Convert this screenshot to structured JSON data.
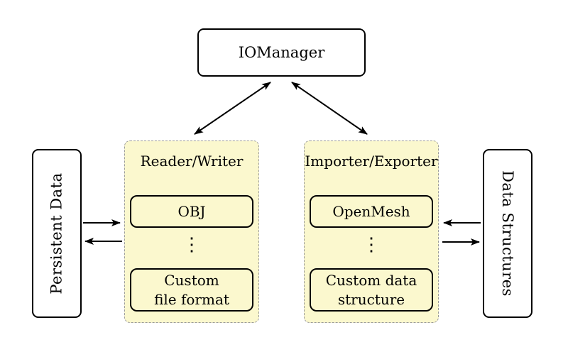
{
  "nodes": {
    "iomanager": "IOManager",
    "reader_writer_title": "Reader/Writer",
    "obj": "OBJ",
    "custom_file_line1": "Custom",
    "custom_file_line2": "file format",
    "importer_exporter_title": "Importer/Exporter",
    "openmesh": "OpenMesh",
    "custom_data_line1": "Custom data",
    "custom_data_line2": "structure",
    "persistent_data": "Persistent Data",
    "data_structures": "Data Structures",
    "ellipsis": "⋮"
  },
  "colors": {
    "group_fill": "#FBF8CE",
    "group_border": "#9B9B9B",
    "node_fill": "#FFFFFF",
    "line_color": "#000000"
  },
  "arrows": [
    {
      "from": "iomanager",
      "to": "reader_writer",
      "double": true
    },
    {
      "from": "iomanager",
      "to": "importer_exporter",
      "double": true
    },
    {
      "from": "persistent_data",
      "to": "reader_writer",
      "double": false
    },
    {
      "from": "reader_writer",
      "to": "persistent_data",
      "double": false
    },
    {
      "from": "data_structures",
      "to": "importer_exporter",
      "double": false
    },
    {
      "from": "importer_exporter",
      "to": "data_structures",
      "double": false
    }
  ]
}
